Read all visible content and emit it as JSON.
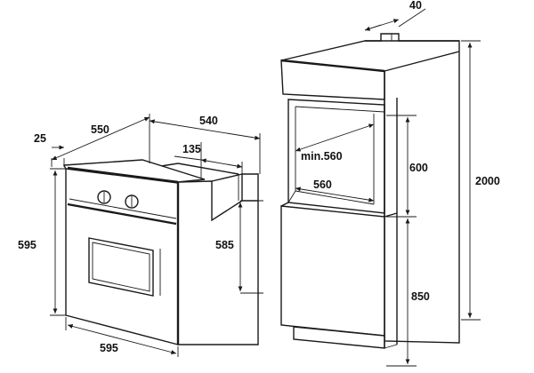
{
  "diagram": {
    "oven_dimensions": {
      "total_depth": "550",
      "front_panel_depth": "25",
      "body_depth": "540",
      "top_step": "135",
      "front_height": "595",
      "body_height": "585",
      "front_width": "595"
    },
    "cabinet_dimensions": {
      "top_gap": "40",
      "niche_min_depth": "min.560",
      "niche_width": "560",
      "niche_height": "600",
      "lower_height": "850",
      "total_height": "2000"
    }
  }
}
